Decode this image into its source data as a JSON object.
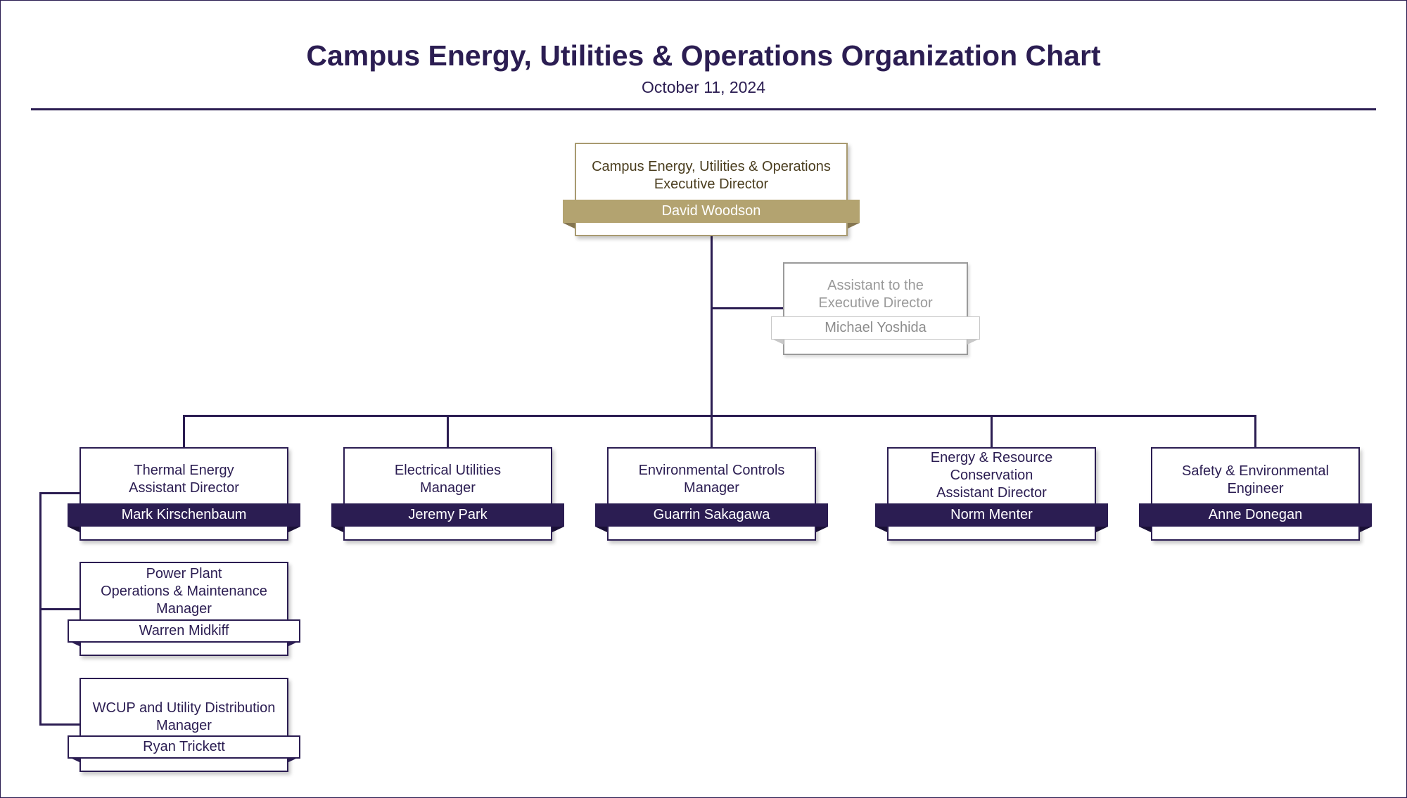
{
  "header": {
    "title": "Campus Energy, Utilities & Operations Organization Chart",
    "date": "October 11, 2024"
  },
  "colors": {
    "primary_purple": "#2b1d52",
    "gold": "#b3a370",
    "gray": "#9a9a9a"
  },
  "executive": {
    "role": "Campus Energy, Utilities & Operations\nExecutive Director",
    "name": "David Woodson"
  },
  "assistant": {
    "role": "Assistant to the\nExecutive Director",
    "name": "Michael Yoshida"
  },
  "direct_reports": [
    {
      "role": "Thermal Energy\nAssistant Director",
      "name": "Mark Kirschenbaum"
    },
    {
      "role": "Electrical Utilities\nManager",
      "name": "Jeremy Park"
    },
    {
      "role": "Environmental Controls\nManager",
      "name": "Guarrin Sakagawa"
    },
    {
      "role": "Energy & Resource\nConservation\nAssistant Director",
      "name": "Norm Menter"
    },
    {
      "role": "Safety & Environmental\nEngineer",
      "name": "Anne Donegan"
    }
  ],
  "thermal_reports": [
    {
      "role": "Power Plant\nOperations & Maintenance\nManager",
      "name": "Warren Midkiff"
    },
    {
      "role": "WCUP and Utility Distribution\nManager",
      "name": "Ryan Trickett"
    }
  ]
}
